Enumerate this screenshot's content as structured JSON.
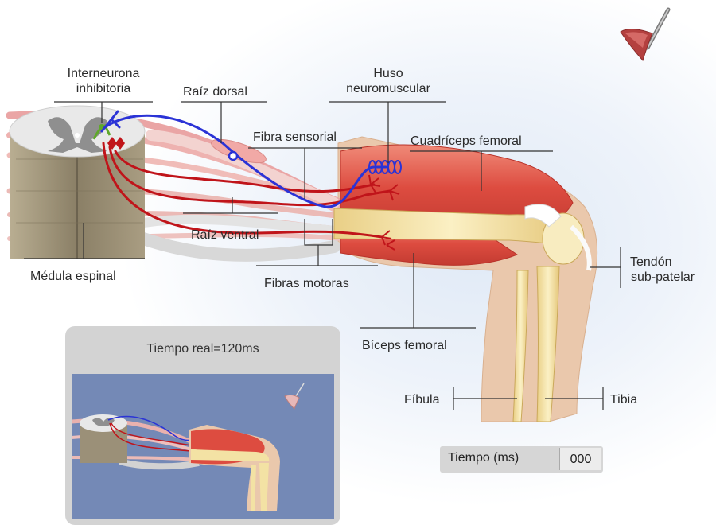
{
  "labels": {
    "interneuron": [
      "Interneurona",
      "inhibitoria"
    ],
    "dorsal_root": "Raíz dorsal",
    "muscle_spindle": [
      "Huso",
      "neuromuscular"
    ],
    "sensory_fiber": "Fibra sensorial",
    "quadriceps": "Cuadríceps femoral",
    "ventral_root": "Raíz ventral",
    "spinal_cord": "Médula espinal",
    "motor_fibers": "Fibras motoras",
    "patellar_tendon": [
      "Tendón",
      "sub-patelar"
    ],
    "biceps_femoris": "Bíceps femoral",
    "fibula": "Fíbula",
    "tibia": "Tibia"
  },
  "inset": {
    "title": "Tiempo real=120ms"
  },
  "timer": {
    "label": "Tiempo (ms)",
    "value": "000"
  },
  "icons": {
    "hammer": "reflex-hammer-icon"
  },
  "colors": {
    "sensory_fiber": "#2b33d6",
    "motor_fiber": "#c0141a",
    "interneuron": "#5fa82a",
    "muscle": "#e2574c",
    "bone": "#f3e2a4",
    "skin": "#e8c4a8",
    "spinal_cord": "#8d8470",
    "inset_screen": "#7489b6"
  }
}
